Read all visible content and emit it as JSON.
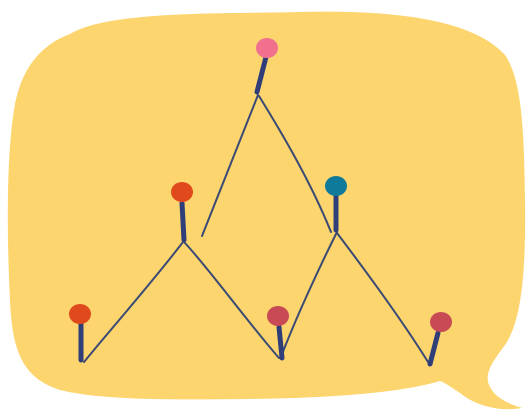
{
  "colors": {
    "background": "#FFFFFF",
    "bubble_fill": "#FDD56E",
    "line_color": "#3A4A75",
    "stick_color": "#2F3E78",
    "pin_pink": "#F0708D",
    "pin_orange": "#E0491C",
    "pin_blue": "#0F7A9A",
    "pin_red": "#C84A55"
  },
  "illustration": {
    "shape": "speech-bubble",
    "tail_position": "bottom-right",
    "pins": [
      {
        "id": "top",
        "color_key": "pin_pink"
      },
      {
        "id": "left-middle",
        "color_key": "pin_orange"
      },
      {
        "id": "right-middle",
        "color_key": "pin_blue"
      },
      {
        "id": "bottom-left",
        "color_key": "pin_orange"
      },
      {
        "id": "bottom-middle",
        "color_key": "pin_red"
      },
      {
        "id": "bottom-right",
        "color_key": "pin_red"
      }
    ]
  }
}
